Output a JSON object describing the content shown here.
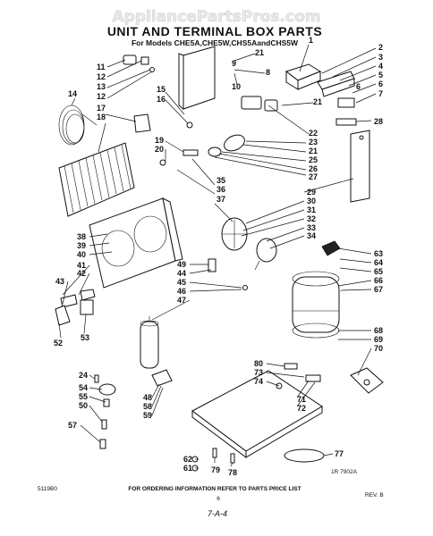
{
  "watermark": "AppliancePartsPros.com",
  "title": "UNIT AND TERMINAL BOX PARTS",
  "subtitle": "For Models CHE5A,CHE5W,CHS5AandCHS5W",
  "footer": {
    "left_code": "5119B0",
    "instruction": "FOR ORDERING INFORMATION REFER TO PARTS PRICE LIST",
    "page_mark": "6",
    "rev": "REV. B",
    "drawing_code": "1R 7902A",
    "handwritten": "7-A-4"
  },
  "callouts": {
    "c1": "1",
    "c2": "2",
    "c3": "3",
    "c4": "4",
    "c5": "5",
    "c6": "6",
    "c7": "7",
    "c8": "8",
    "c9": "9",
    "c10": "10",
    "c11": "11",
    "c12": "12",
    "c13": "13",
    "c12b": "12",
    "c14": "14",
    "c15": "15",
    "c16": "16",
    "c17": "17",
    "c18": "18",
    "c19": "19",
    "c20": "20",
    "c21a": "21",
    "c21b": "21",
    "c21c": "21",
    "c22": "22",
    "c23": "23",
    "c25": "25",
    "c26": "26",
    "c27": "27",
    "c28": "28",
    "c29": "29",
    "c30": "30",
    "c31": "31",
    "c32": "32",
    "c33": "33",
    "c34": "34",
    "c35": "35",
    "c36": "36",
    "c37": "37",
    "c38": "38",
    "c39": "39",
    "c40": "40",
    "c41": "41",
    "c42": "42",
    "c43": "43",
    "c44": "44",
    "c45": "45",
    "c46": "46",
    "c47": "47",
    "c48": "48",
    "c49": "49",
    "c50": "50",
    "c52": "52",
    "c53": "53",
    "c54": "54",
    "c55": "55",
    "c57": "57",
    "c58": "58",
    "c59": "59",
    "c61": "61",
    "c62": "62",
    "c63": "63",
    "c64": "64",
    "c65": "65",
    "c66": "66",
    "c67": "67",
    "c68": "68",
    "c69": "69",
    "c70": "70",
    "c71": "71",
    "c72": "72",
    "c73": "73",
    "c74": "74",
    "c77": "77",
    "c78": "78",
    "c79": "79",
    "c80": "80",
    "c24": "24",
    "c6b": "6"
  }
}
